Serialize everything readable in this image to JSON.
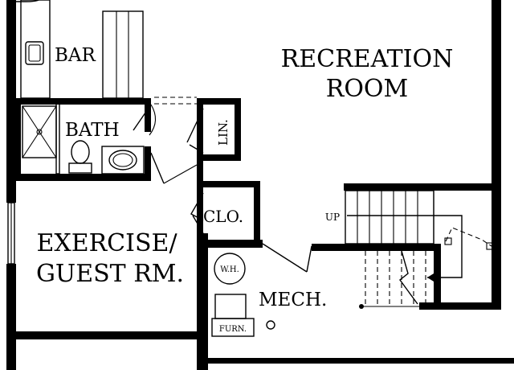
{
  "rooms": {
    "recreation_line1": "RECREATION",
    "recreation_line2": "ROOM",
    "bar": "BAR",
    "bath": "BATH",
    "linen": "LIN.",
    "closet": "CLO.",
    "exercise_line1": "EXERCISE/",
    "exercise_line2": "GUEST RM.",
    "mech": "MECH."
  },
  "fixtures": {
    "water_heater": "W.H.",
    "furnace": "FURN.",
    "stair_direction": "UP"
  },
  "colors": {
    "walls": "#000000",
    "background": "#ffffff"
  }
}
